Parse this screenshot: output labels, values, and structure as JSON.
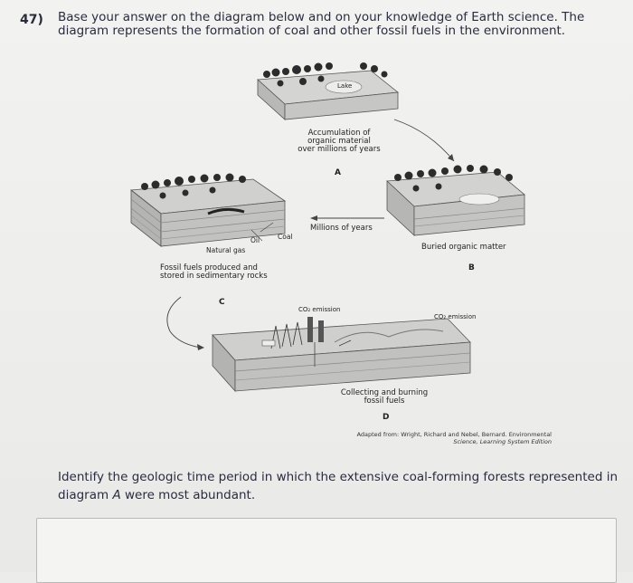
{
  "question": {
    "number": "47)",
    "text": "Base your answer on the diagram below and on your knowledge of Earth science. The diagram represents the formation of coal and other fossil fuels in the environment.",
    "prompt_before": "Identify the geologic time period in which the extensive coal-forming forests represented in diagram ",
    "prompt_letter": "A",
    "prompt_after": " were most abundant."
  },
  "diagram": {
    "lake": "Lake",
    "accumulation": [
      "Accumulation of",
      "organic material",
      "over millions of years"
    ],
    "letter_a": "A",
    "millions": "Millions of years",
    "oil": "Oil",
    "coal": "Coal",
    "natural_gas": "Natural gas",
    "buried": "Buried organic matter",
    "letter_b": "B",
    "fossil_fuels": [
      "Fossil fuels produced and",
      "stored in sedimentary rocks"
    ],
    "letter_c": "C",
    "co2_left": "CO₂ emission",
    "co2_right": "CO₂ emission",
    "collecting": [
      "Collecting and burning",
      "fossil fuels"
    ],
    "letter_d": "D",
    "credit_line1": "Adapted from: Wright, Richard and Nebel, Bernard. Environmental",
    "credit_line2": "Science, Learning System Edition"
  },
  "answer": {
    "value": ""
  }
}
